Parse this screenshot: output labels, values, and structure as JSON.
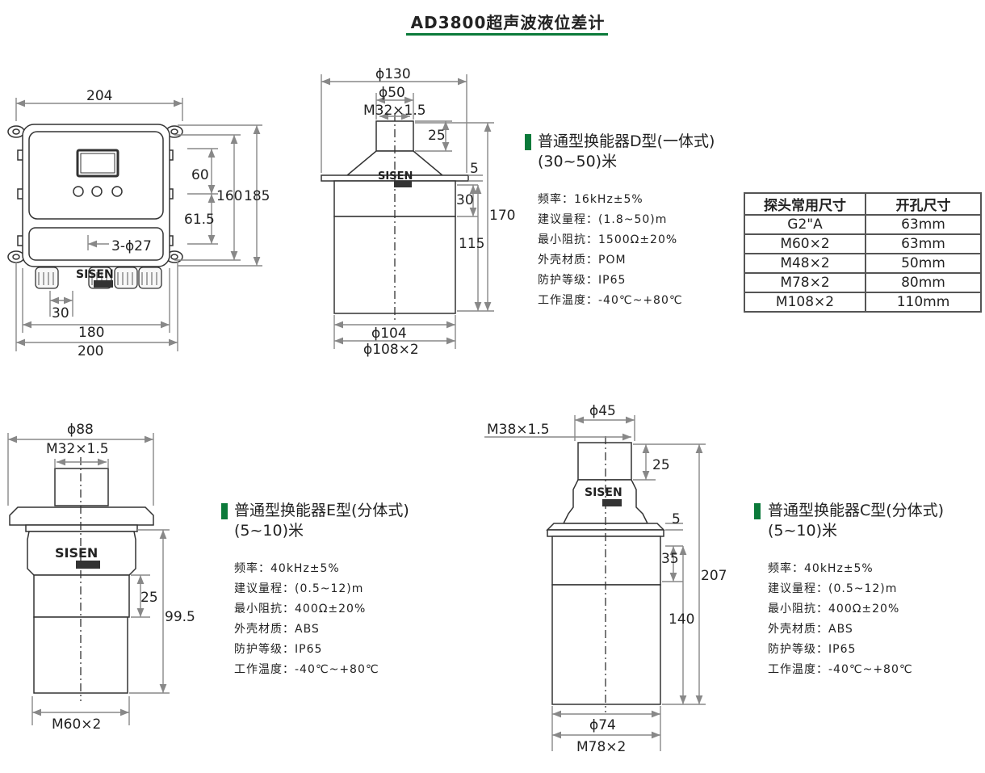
{
  "title": "AD3800超声波液位差计",
  "colors": {
    "accent": "#0b7a3a",
    "dimension_line": "#888888",
    "outline": "#333333"
  },
  "controller": {
    "dims": {
      "width_top": "204",
      "height_60": "60",
      "height_61_5": "61.5",
      "height_160": "160",
      "height_185": "185",
      "holes": "3-ϕ27",
      "pitch_30": "30",
      "width_180": "180",
      "width_200": "200"
    },
    "brand": "SISEN"
  },
  "probe_d": {
    "dims": {
      "d130": "ϕ130",
      "d50": "ϕ50",
      "thread": "M32×1.5",
      "h25": "25",
      "h5": "5",
      "h30": "30",
      "h115": "115",
      "h170": "170",
      "d104": "ϕ104",
      "d108": "ϕ108×2"
    },
    "brand": "SISEN",
    "heading1": "普通型换能器D型(一体式)",
    "heading2": "(30~50)米",
    "specs": [
      {
        "label": "频率：",
        "value": "16kHz±5%"
      },
      {
        "label": "建议量程：",
        "value": "(1.8~50)m"
      },
      {
        "label": "最小阻抗：",
        "value": "1500Ω±20%"
      },
      {
        "label": "外壳材质：",
        "value": "POM"
      },
      {
        "label": "防护等级：",
        "value": "IP65"
      },
      {
        "label": "工作温度：",
        "value": "-40℃~+80℃"
      }
    ]
  },
  "size_table": {
    "headers": [
      "探头常用尺寸",
      "开孔尺寸"
    ],
    "rows": [
      [
        "G2\"A",
        "63mm"
      ],
      [
        "M60×2",
        "63mm"
      ],
      [
        "M48×2",
        "50mm"
      ],
      [
        "M78×2",
        "80mm"
      ],
      [
        "M108×2",
        "110mm"
      ]
    ]
  },
  "probe_e": {
    "dims": {
      "d88": "ϕ88",
      "thread": "M32×1.5",
      "h25": "25",
      "h99_5": "99.5",
      "bottom": "M60×2"
    },
    "brand": "SISEN",
    "heading1": "普通型换能器E型(分体式)",
    "heading2": "(5~10)米",
    "specs": [
      {
        "label": "频率：",
        "value": "40kHz±5%"
      },
      {
        "label": "建议量程：",
        "value": "(0.5~12)m"
      },
      {
        "label": "最小阻抗：",
        "value": "400Ω±20%"
      },
      {
        "label": "外壳材质：",
        "value": "ABS"
      },
      {
        "label": "防护等级：",
        "value": "IP65"
      },
      {
        "label": "工作温度：",
        "value": "-40℃~+80℃"
      }
    ]
  },
  "probe_c": {
    "dims": {
      "d45": "ϕ45",
      "thread": "M38×1.5",
      "h25": "25",
      "h5": "5",
      "h35": "35",
      "h140": "140",
      "h207": "207",
      "d74": "ϕ74",
      "bottom": "M78×2"
    },
    "brand": "SISEN",
    "heading1": "普通型换能器C型(分体式)",
    "heading2": "(5~10)米",
    "specs": [
      {
        "label": "频率：",
        "value": "40kHz±5%"
      },
      {
        "label": "建议量程：",
        "value": "(0.5~12)m"
      },
      {
        "label": "最小阻抗：",
        "value": "400Ω±20%"
      },
      {
        "label": "外壳材质：",
        "value": "ABS"
      },
      {
        "label": "防护等级：",
        "value": "IP65"
      },
      {
        "label": "工作温度：",
        "value": "-40℃~+80℃"
      }
    ]
  }
}
